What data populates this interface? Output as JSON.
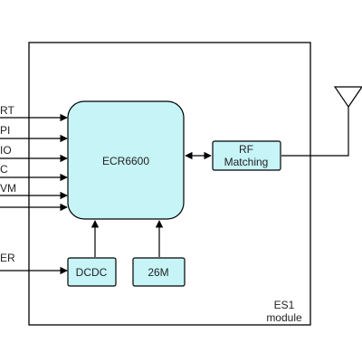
{
  "module": {
    "name": "ES1",
    "subtitle": "module"
  },
  "blocks": {
    "mcu": "ECR6600",
    "rf_line1": "RF",
    "rf_line2": "Matching",
    "dcdc": "DCDC",
    "xtal": "26M"
  },
  "interfaces": [
    "RT",
    "PI",
    "IO",
    "C",
    "VM",
    "",
    "ER"
  ],
  "colors": {
    "block_fill": "#c6f4f7",
    "stroke": "#000000",
    "background": "#ffffff"
  }
}
